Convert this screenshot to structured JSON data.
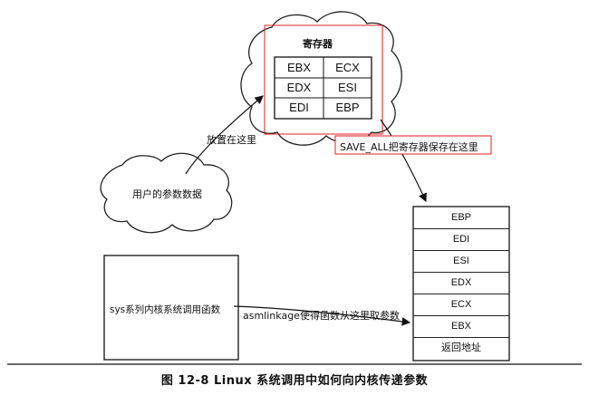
{
  "register_cloud": {
    "title": "寄存器",
    "registers": [
      [
        "EBX",
        "ECX"
      ],
      [
        "EDX",
        "ESI"
      ],
      [
        "EDI",
        "EBP"
      ]
    ]
  },
  "param_cloud": {
    "label": "用户的参数数据"
  },
  "put_here_label": "放置在这里",
  "save_all_label": "SAVE_ALL把寄存器保存在这里",
  "stack": [
    "EBP",
    "EDI",
    "ESI",
    "EDX",
    "ECX",
    "EBX",
    "返回地址"
  ],
  "sys_box": {
    "label": "sys系列内核系统调用函数"
  },
  "asmlinkage_label": "asmlinkage使得函数从这里取参数",
  "caption": "图 12-8   Linux 系统调用中如何向内核传递参数"
}
